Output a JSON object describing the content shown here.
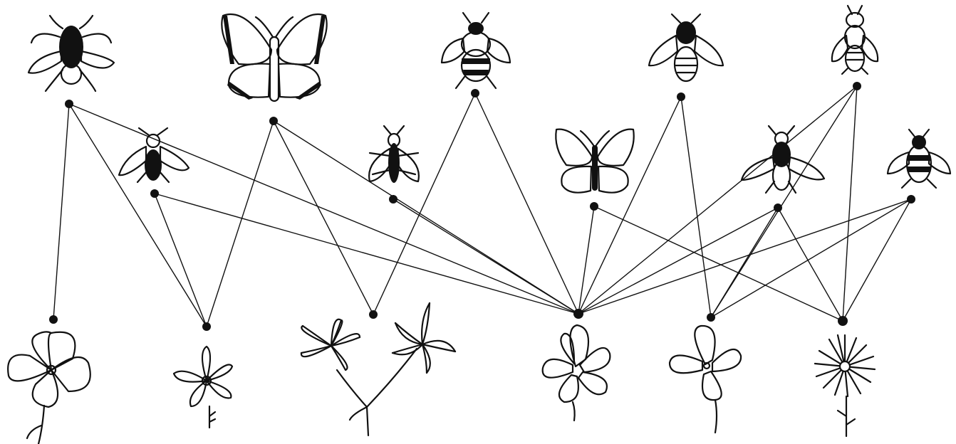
{
  "diagram": {
    "type": "bipartite pollination network",
    "stroke_color": "#111111",
    "background": "#ffffff",
    "pollinators": [
      {
        "id": "p1",
        "kind": "fly"
      },
      {
        "id": "p2",
        "kind": "bee"
      },
      {
        "id": "p3",
        "kind": "butterfly"
      },
      {
        "id": "p4",
        "kind": "bug"
      },
      {
        "id": "p5",
        "kind": "bumblebee"
      },
      {
        "id": "p6",
        "kind": "butterfly"
      },
      {
        "id": "p7",
        "kind": "honeybee"
      },
      {
        "id": "p8",
        "kind": "fly"
      },
      {
        "id": "p9",
        "kind": "bee"
      },
      {
        "id": "p10",
        "kind": "bee"
      }
    ],
    "plants": [
      {
        "id": "f1",
        "kind": "five-petal flower"
      },
      {
        "id": "f2",
        "kind": "star flower"
      },
      {
        "id": "f3",
        "kind": "branched star flowers"
      },
      {
        "id": "f4",
        "kind": "rose"
      },
      {
        "id": "f5",
        "kind": "four-petal flower"
      },
      {
        "id": "f6",
        "kind": "daisy"
      }
    ],
    "links": [
      [
        "p1",
        "f1"
      ],
      [
        "p1",
        "f2"
      ],
      [
        "p1",
        "f4"
      ],
      [
        "p2",
        "f2"
      ],
      [
        "p2",
        "f4"
      ],
      [
        "p3",
        "f2"
      ],
      [
        "p3",
        "f3"
      ],
      [
        "p3",
        "f4"
      ],
      [
        "p4",
        "f4"
      ],
      [
        "p5",
        "f3"
      ],
      [
        "p5",
        "f4"
      ],
      [
        "p6",
        "f4"
      ],
      [
        "p6",
        "f6"
      ],
      [
        "p7",
        "f4"
      ],
      [
        "p7",
        "f5"
      ],
      [
        "p8",
        "f4"
      ],
      [
        "p8",
        "f5"
      ],
      [
        "p8",
        "f6"
      ],
      [
        "p9",
        "f4"
      ],
      [
        "p9",
        "f5"
      ],
      [
        "p9",
        "f6"
      ],
      [
        "p10",
        "f4"
      ],
      [
        "p10",
        "f5"
      ],
      [
        "p10",
        "f6"
      ]
    ]
  }
}
